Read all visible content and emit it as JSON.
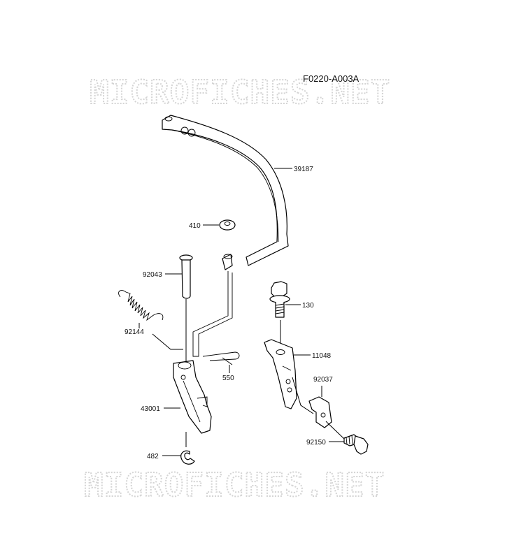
{
  "diagram": {
    "code": "F0220-A003A",
    "watermark_top": "MICROFICHES.NET",
    "watermark_bottom": "MICROFICHES.NET",
    "parts": {
      "p39187": "39187",
      "p410": "410",
      "p92043": "92043",
      "p130": "130",
      "p92144": "92144",
      "p11048": "11048",
      "p550": "550",
      "p92037": "92037",
      "p43001": "43001",
      "p92150": "92150",
      "p482": "482"
    }
  }
}
